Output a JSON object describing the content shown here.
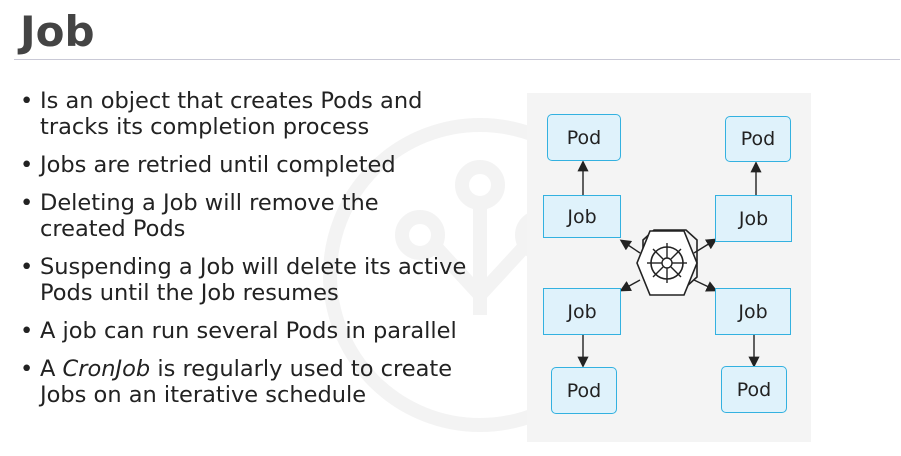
{
  "title": "Job",
  "bullets": [
    "Is an object that creates Pods and tracks its completion process",
    "Jobs are retried until completed",
    "Deleting a Job will remove the created Pods",
    "Suspending a Job will delete its active Pods until the Job resumes",
    "A job can run several Pods in parallel",
    {
      "prefix": "A ",
      "emphasis": "CronJob",
      "suffix": " is regularly used to create Jobs on an iterative schedule"
    }
  ],
  "diagram": {
    "center_icon": "kubernetes-helm-icon",
    "nodes": {
      "pod_top_left": "Pod",
      "pod_top_right": "Pod",
      "job_top_left": "Job",
      "job_top_right": "Job",
      "job_bottom_left": "Job",
      "job_bottom_right": "Job",
      "pod_bottom_left": "Pod",
      "pod_bottom_right": "Pod"
    }
  },
  "colors": {
    "node_border": "#33b1e0",
    "node_fill": "#dff2fb",
    "panel_bg": "#f4f4f4",
    "title_color": "#444444"
  }
}
